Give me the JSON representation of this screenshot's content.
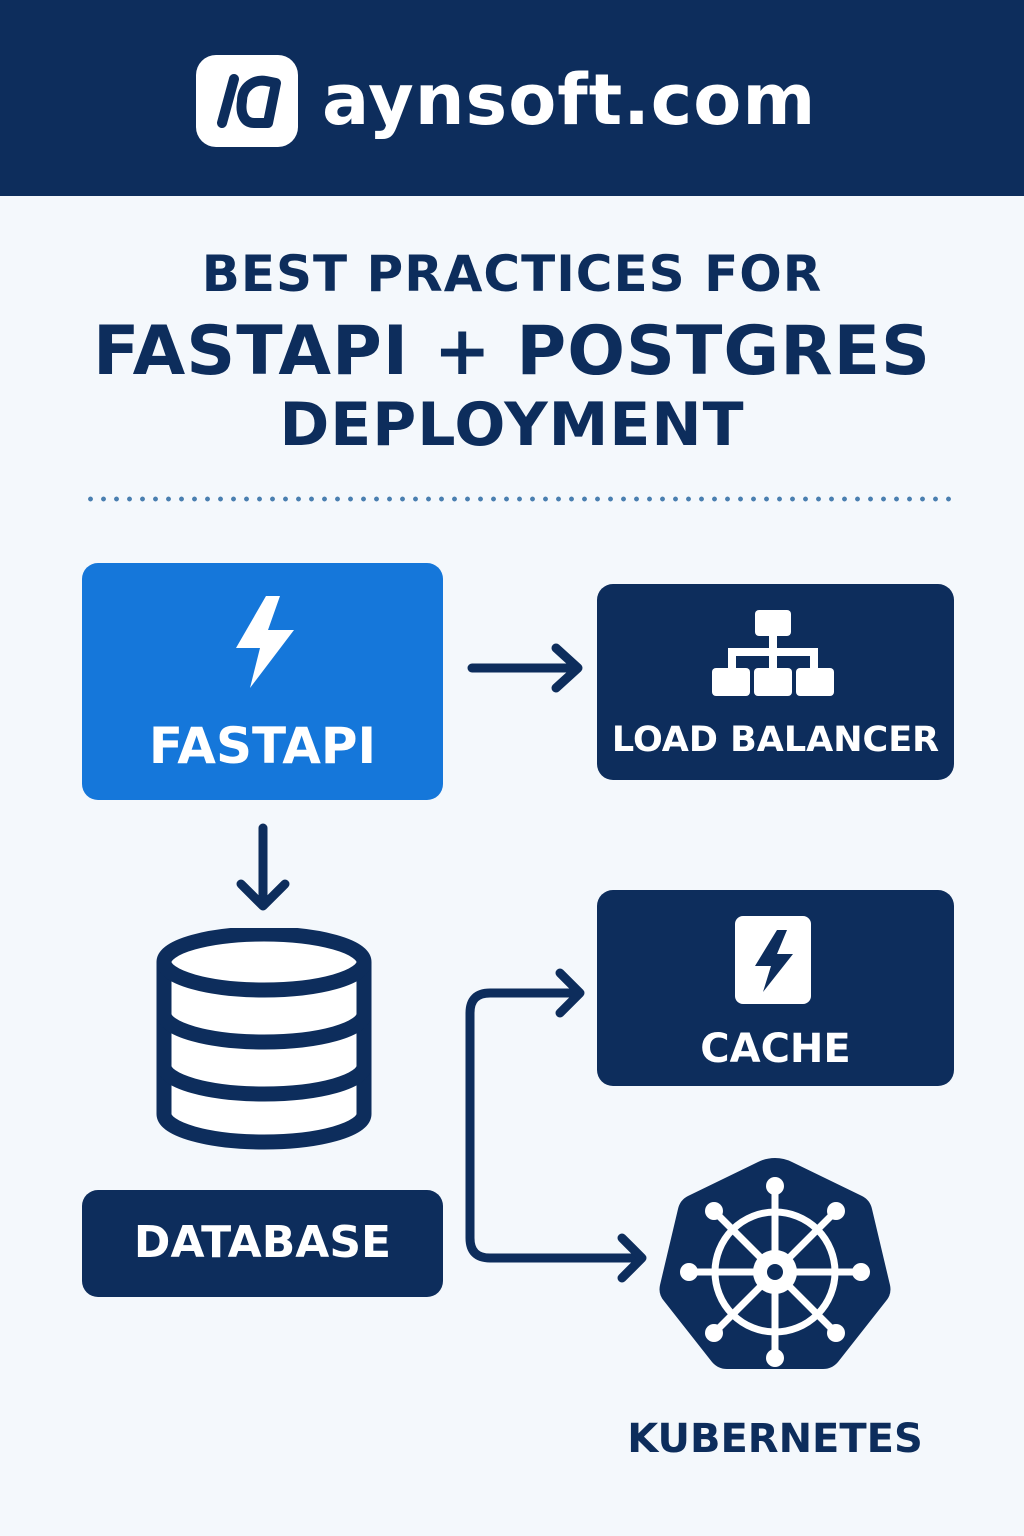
{
  "header": {
    "brand": "aynsoft.com",
    "logo_icon": "aynsoft-logo-icon"
  },
  "title": {
    "line1": "BEST PRACTICES FOR",
    "line2": "FASTAPI + POSTGRES",
    "line3": "DEPLOYMENT"
  },
  "nodes": {
    "fastapi": {
      "label": "FASTAPI",
      "icon": "lightning-icon"
    },
    "load_balancer": {
      "label": "LOAD BALANCER",
      "icon": "hierarchy-icon"
    },
    "cache": {
      "label": "CACHE",
      "icon": "lightning-card-icon"
    },
    "database": {
      "label": "DATABASE",
      "icon": "database-icon"
    },
    "kubernetes": {
      "label": "KUBERNETES",
      "icon": "helm-wheel-icon"
    }
  },
  "colors": {
    "navy": "#0d2d5c",
    "blue": "#1577da",
    "background": "#f4f8fc",
    "white": "#ffffff"
  }
}
